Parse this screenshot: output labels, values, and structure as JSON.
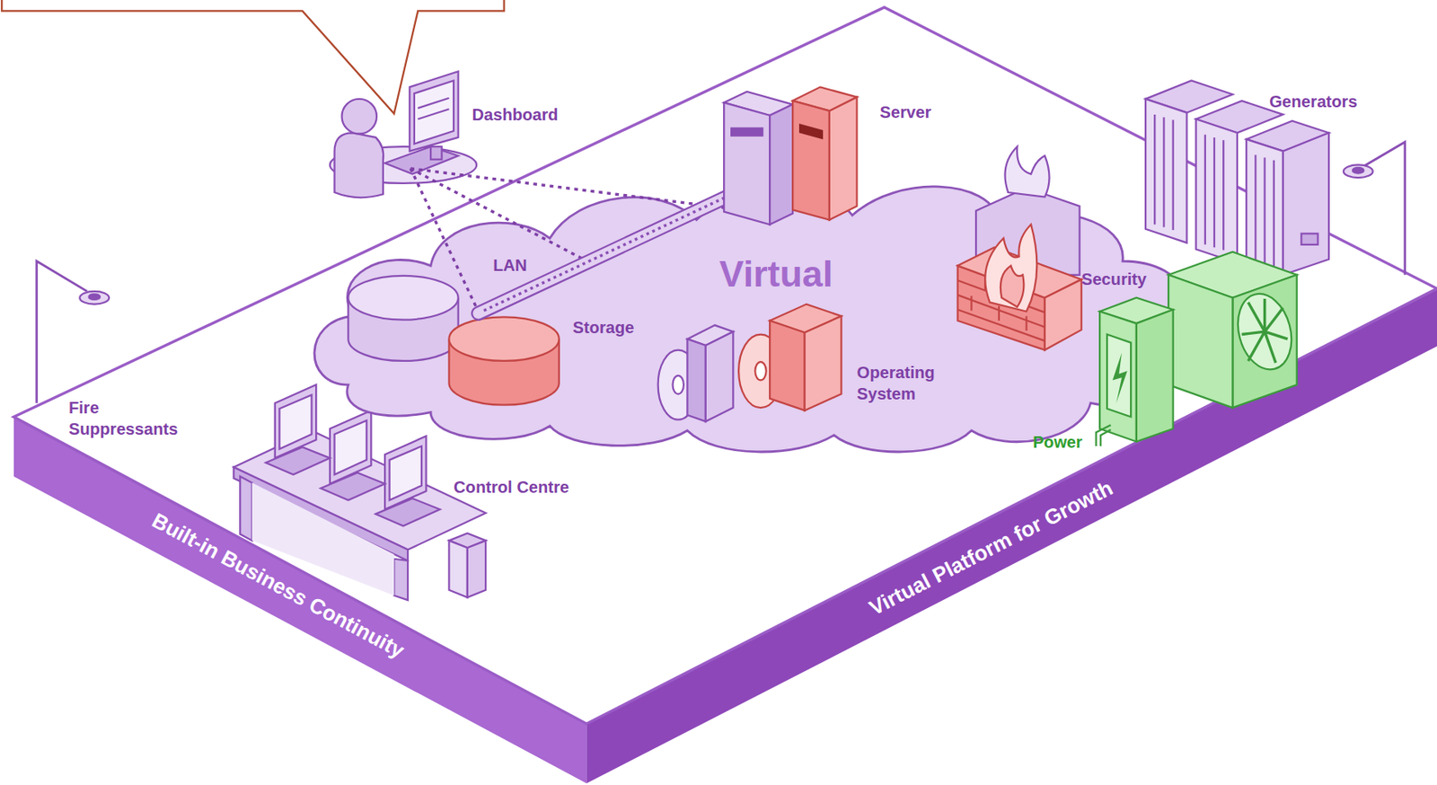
{
  "diagram": {
    "nodes": [
      {
        "text": [
          "Virtual"
        ]
      }
    ],
    "labels": [
      "Dashboard",
      "Server",
      "Generators",
      "LAN",
      "Storage",
      "Security",
      "Operating System",
      "Power",
      "Fire Suppressants",
      "Control Centre",
      "Built-in Business Continuity",
      "Virtual Platform for Growth"
    ]
  }
}
